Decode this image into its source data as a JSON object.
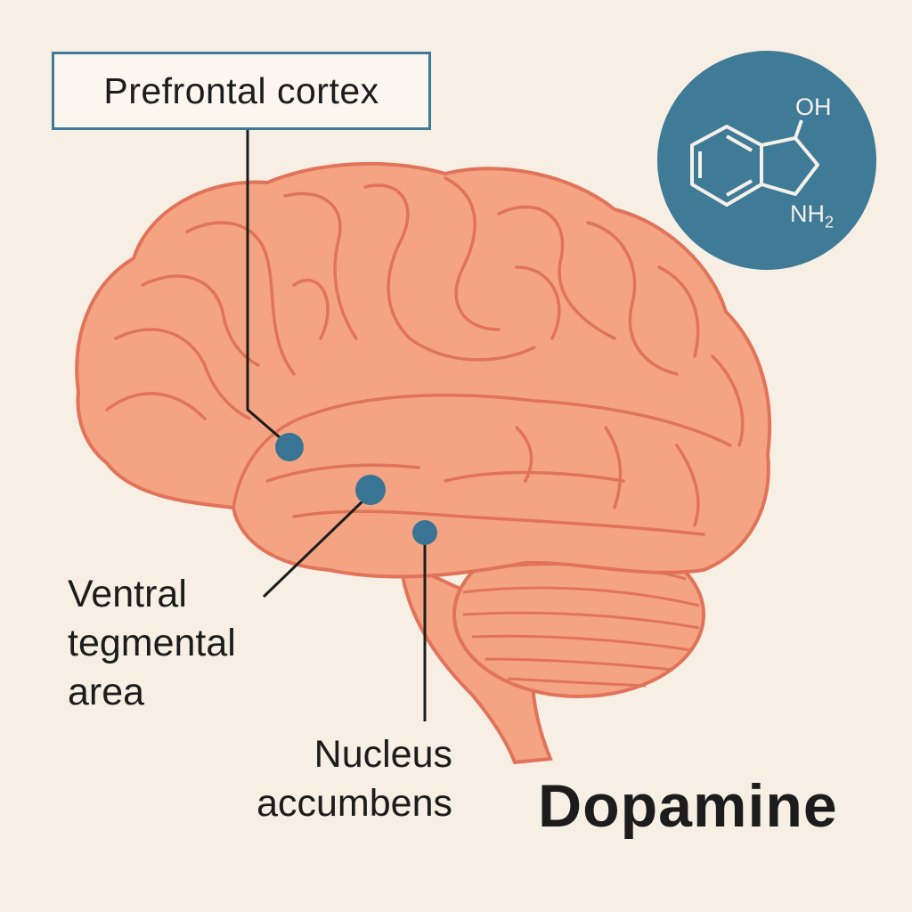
{
  "labels": {
    "prefrontal_cortex": "Prefrontal cortex",
    "ventral_tegmental_area": [
      "Ventral",
      "tegmental",
      "area"
    ],
    "nucleus_accumbens": [
      "Nucleus",
      "accumbens"
    ],
    "title": "Dopamine"
  },
  "molecule": {
    "oh": "OH",
    "nh": "NH",
    "subscript": "2"
  },
  "colors": {
    "background": "#F8EFE4",
    "brain_fill": "#F4A482",
    "brain_stroke": "#E0735A",
    "accent": "#3F7A96",
    "dot": "#3A7494"
  }
}
